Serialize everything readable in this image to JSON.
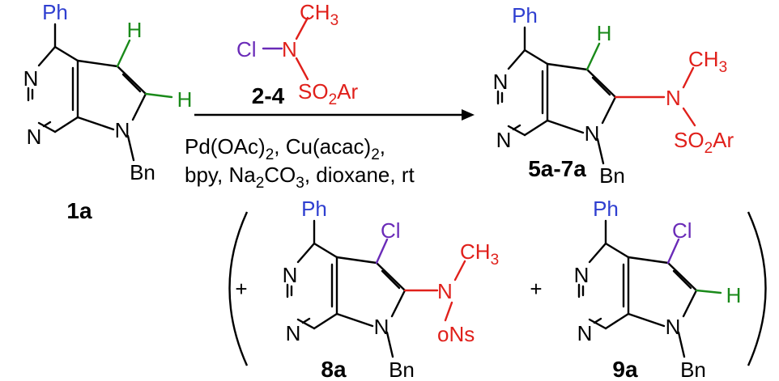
{
  "colors": {
    "black": "#000000",
    "phenyl_blue": "#2f3fd0",
    "hydrogen_green": "#1a8a1a",
    "sulfonamide_red": "#e0201b",
    "chlorine_purple": "#6a2bb8"
  },
  "atoms": {
    "ph": "Ph",
    "n": "N",
    "h": "H",
    "bn": "Bn",
    "cl": "Cl",
    "ch3": "CH3",
    "so2ar": "SO2Ar",
    "ons": "oNs"
  },
  "compounds": {
    "start": "1a",
    "reagent": "2-4",
    "product": "5a-7a",
    "side1": "8a",
    "side2": "9a"
  },
  "conditions": {
    "line1": "Pd(OAc)2, Cu(acac)2,",
    "line2": "bpy, Na2CO3, dioxane, rt"
  },
  "operators": {
    "plus": "+"
  }
}
